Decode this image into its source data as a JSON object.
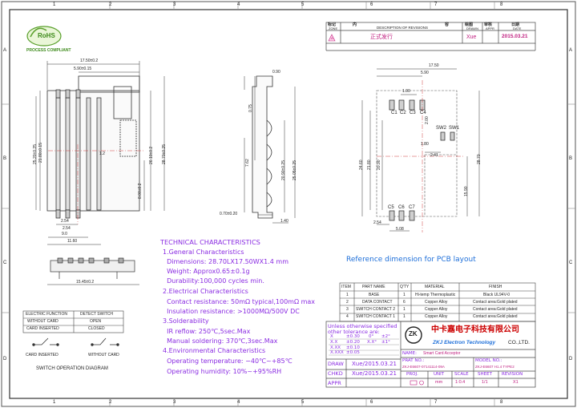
{
  "grid": {
    "columns": [
      "1",
      "2",
      "3",
      "4",
      "5",
      "6",
      "7",
      "8"
    ],
    "rows": [
      "A",
      "B",
      "C",
      "D"
    ]
  },
  "logo": {
    "text": "RoHS",
    "caption": "PROCESS COMPLIANT"
  },
  "revision_block": {
    "headers": [
      {
        "cn": "标记",
        "en": "ZONE"
      },
      {
        "cn": "内",
        "en": "DESCRIPTION OF REVISIONS"
      },
      {
        "cn": "容",
        "en": ""
      },
      {
        "cn": "绘图",
        "en": "DRAWN"
      },
      {
        "cn": "审核",
        "en": "APPR"
      },
      {
        "cn": "日期",
        "en": "DATE"
      }
    ],
    "row": {
      "zone": "A",
      "description": "正式发行",
      "drawn": "Xue",
      "appr": "",
      "date": "2015.03.21"
    }
  },
  "dims_top_view": {
    "width_total": "17.50±0.2",
    "pitch": "5.90±0.15",
    "h1": "25.20±0.25",
    "h2": "21.80±0.15",
    "h3": "26.10±0.2",
    "h4": "28.70±0.25",
    "h5": "8.00±0.2",
    "d1": "1.2",
    "d2": "2.54",
    "d3": "9.0",
    "d4": "11.60",
    "d5": "2.54",
    "d6": "15.45±0.2"
  },
  "dims_side_view": {
    "a": "0.90",
    "b": "0.75",
    "c": "7.62",
    "d": "20.90±0.25",
    "e": "25.05±0.25",
    "f": "0.70±0.20",
    "g": "1.40"
  },
  "dims_pcb": {
    "w": "17.50",
    "p": "5.90",
    "pad": "1.00",
    "c1": "C1",
    "c2": "C2",
    "c3": "C3",
    "c4": "C4",
    "c5": "C5",
    "c6": "C6",
    "c7": "C7",
    "sw1": "SW1",
    "sw2": "SW2",
    "h1": "2.00",
    "h2": "1.80",
    "h3": "24.60",
    "h4": "21.80",
    "h5": "20.90",
    "h6": "15.90",
    "h7": "28.70",
    "x1": "2.41",
    "x2": "2.54",
    "x3": "5.08",
    "title": "Reference dimension for PCB layout"
  },
  "technical": {
    "title": "TECHNICAL CHARACTERISTICS",
    "lines": [
      "1.General Characteristics",
      "  Dimensions: 28.70LX17.50WX1.4 mm",
      "  Weight: Approx0.65±0.1g",
      "  Durability:100,000 cycles min.",
      "2.Electrical Characteristics",
      "  Contact resistance: 50mΩ typical,100mΩ max",
      "  Insulation resistance: >1000MΩ/500V DC",
      "3.Solderability",
      "  IR reflow: 250℃,5sec.Max",
      "  Manual soldering: 370℃,3sec.Max",
      "4.Environmental Characteristics",
      "  Operating temperature: −40℃~+85℃",
      "  Operating humidity: 10%~+95%RH"
    ]
  },
  "switch_table": {
    "headers": [
      "ELECTRIC FUNCTION",
      "DETECT SWITCH"
    ],
    "rows": [
      [
        "WITHOUT CARD",
        "OPEN"
      ],
      [
        "CARD INSERTED",
        "CLOSED"
      ]
    ],
    "label_inserted": "CARD INSERTED",
    "label_without": "WITHOUT CARD",
    "caption": "SWITCH OPERATION DIAGRAM"
  },
  "parts": {
    "headers": [
      "ITEM",
      "PART NAME",
      "Q'TY",
      "MATERIAL",
      "FINISH"
    ],
    "rows": [
      [
        "1",
        "BASE",
        "1",
        "Hi-temp Thermoplastic",
        "Black UL94V-0"
      ],
      [
        "2",
        "DATA CONTACT",
        "6",
        "Copper Alloy",
        "Contact area:Gold plated"
      ],
      [
        "3",
        "SWITCH CONTACT 2",
        "1",
        "Copper Alloy",
        "Contact area:Gold plated"
      ],
      [
        "4",
        "SWITCH CONTACT 1",
        "1",
        "Copper Alloy",
        "Contact area:Gold plated"
      ]
    ]
  },
  "tolerance": {
    "heading1": "Unless otherwise specified",
    "heading2": "other tolerance are:",
    "rows": [
      [
        "X",
        "±0.30",
        "0°",
        "±2°"
      ],
      [
        "X.X",
        "±0.20",
        "X.X°",
        "±1°"
      ],
      [
        "X.XX",
        "±0.10",
        "",
        ""
      ],
      [
        "X.XXX",
        "±0.05",
        "",
        ""
      ]
    ],
    "draw_label": "DRAW",
    "draw_val": "Xue/2015.03.21",
    "chkd_label": "CHKD",
    "chkd_val": "Xue/2015.03.21",
    "appr_label": "APPR",
    "appr_val": ""
  },
  "company": {
    "logo": "ZK",
    "cn": "中卡嘉电子科技有限公司",
    "en": "ZKJ Electron Technology",
    "suffix": "CO.,LTD.",
    "name_label": "NAME:",
    "name_val": "Smart Card Acceptor",
    "part_label": "PRAT NO.:",
    "part_val": "ZKJ-E6607-07141114-09A",
    "model_label": "MODEL NO.:",
    "model_val": "ZKJ-E6607 H1.4 TYPE2",
    "proj": "PROJ.",
    "unit": "UNIT",
    "scale": "SCALE",
    "sheet": "SHEET",
    "revision": "REVISION",
    "unit_val": "mm",
    "scale_val": "1:0.4",
    "sheet_val": "1/1",
    "rev_val": "X1"
  }
}
